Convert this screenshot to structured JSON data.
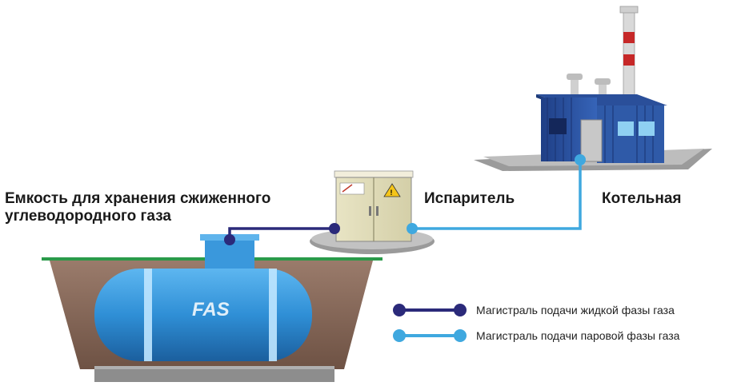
{
  "labels": {
    "tank": [
      "Емкость для хранения сжиженного",
      "углеводородного газа"
    ],
    "vaporizer": "Испаритель",
    "boiler": "Котельная",
    "tank_logo": "FAS"
  },
  "legend": [
    {
      "text": "Магистраль подачи жидкой фазы газа",
      "color": "#2b2a7a"
    },
    {
      "text": "Магистраль подачи паровой фазы газа",
      "color": "#3fa8df"
    }
  ],
  "colors": {
    "liquid_line": "#2b2a7a",
    "vapor_line": "#3fa8df",
    "tank": "#2f8fd6",
    "ground": "#8a6a5a",
    "building": "#2a4f9a"
  }
}
